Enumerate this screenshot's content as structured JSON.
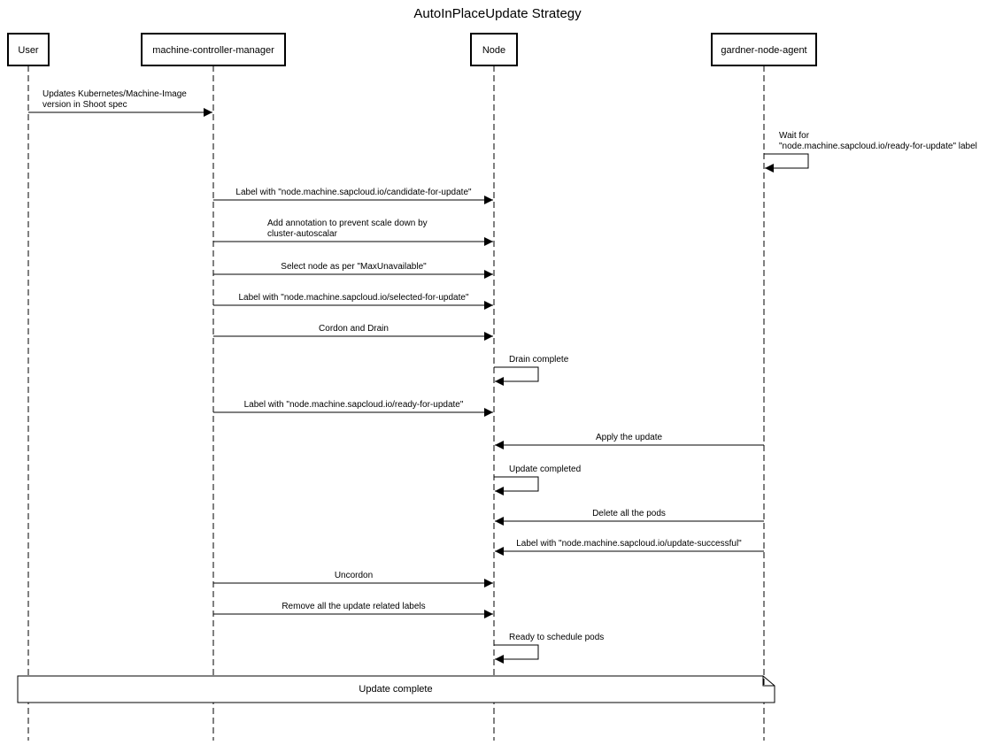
{
  "title": "AutoInPlaceUpdate Strategy",
  "participants": [
    {
      "id": "user",
      "label": "User"
    },
    {
      "id": "mcm",
      "label": "machine-controller-manager"
    },
    {
      "id": "node",
      "label": "Node"
    },
    {
      "id": "gna",
      "label": "gardner-node-agent"
    }
  ],
  "messages": [
    {
      "from": "user",
      "to": "mcm",
      "lines": [
        "Updates Kubernetes/Machine-Image",
        "version in Shoot spec"
      ]
    },
    {
      "from": "gna",
      "to": "gna",
      "lines": [
        "Wait for",
        "\"node.machine.sapcloud.io/ready-for-update\" label"
      ]
    },
    {
      "from": "mcm",
      "to": "node",
      "lines": [
        "Label with \"node.machine.sapcloud.io/candidate-for-update\""
      ]
    },
    {
      "from": "mcm",
      "to": "node",
      "lines": [
        "Add annotation to prevent scale down by",
        "cluster-autoscalar"
      ]
    },
    {
      "from": "mcm",
      "to": "node",
      "lines": [
        "Select node as per \"MaxUnavailable\""
      ]
    },
    {
      "from": "mcm",
      "to": "node",
      "lines": [
        "Label with \"node.machine.sapcloud.io/selected-for-update\""
      ]
    },
    {
      "from": "mcm",
      "to": "node",
      "lines": [
        "Cordon and Drain"
      ]
    },
    {
      "from": "node",
      "to": "node",
      "lines": [
        "Drain complete"
      ]
    },
    {
      "from": "mcm",
      "to": "node",
      "lines": [
        "Label with \"node.machine.sapcloud.io/ready-for-update\""
      ]
    },
    {
      "from": "gna",
      "to": "node",
      "lines": [
        "Apply the update"
      ]
    },
    {
      "from": "node",
      "to": "node",
      "lines": [
        "Update completed"
      ]
    },
    {
      "from": "gna",
      "to": "node",
      "lines": [
        "Delete all the pods"
      ]
    },
    {
      "from": "gna",
      "to": "node",
      "lines": [
        "Label with \"node.machine.sapcloud.io/update-successful\""
      ]
    },
    {
      "from": "mcm",
      "to": "node",
      "lines": [
        "Uncordon"
      ]
    },
    {
      "from": "mcm",
      "to": "node",
      "lines": [
        "Remove all the update related labels"
      ]
    },
    {
      "from": "node",
      "to": "node",
      "lines": [
        "Ready to schedule pods"
      ]
    }
  ],
  "note": {
    "text": "Update complete"
  }
}
